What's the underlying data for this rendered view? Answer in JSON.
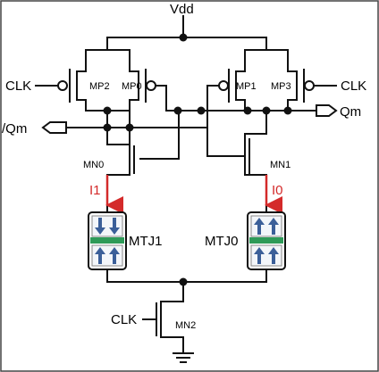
{
  "labels": {
    "vdd": "Vdd",
    "clk_left": "CLK",
    "clk_right": "CLK",
    "clk_bottom": "CLK",
    "mp2": "MP2",
    "mp0": "MP0",
    "mp1": "MP1",
    "mp3": "MP3",
    "qm": "Qm",
    "qm_bar": "/Qm",
    "mn0": "MN0",
    "mn1": "MN1",
    "mn2": "MN2",
    "i1": "I1",
    "i0": "I0",
    "mtj1": "MTJ1",
    "mtj0": "MTJ0"
  },
  "colors": {
    "wire": "#111111",
    "current_arrow": "#d42a2a",
    "mtj_barrier": "#2e9a58",
    "mtj_arrow": "#3b5f99",
    "mtj_layer_border": "#888888",
    "frame": "#444444"
  },
  "mtj": {
    "mtj1_free_layer": "down-arrows-icon",
    "mtj1_fixed_layer": "up-arrows-icon",
    "mtj0_free_layer": "up-arrows-icon",
    "mtj0_fixed_layer": "up-arrows-icon"
  }
}
